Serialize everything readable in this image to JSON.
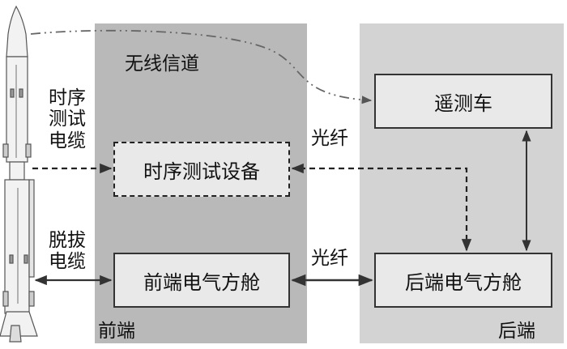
{
  "labels": {
    "wireless_channel": "无线信道",
    "front_end": "前端",
    "back_end": "后端",
    "fiber_top": "光纤",
    "fiber_bottom": "光纤",
    "timing_cable_l1": "时序",
    "timing_cable_l2": "测试",
    "timing_cable_l3": "电缆",
    "pull_cable_l1": "脱拔",
    "pull_cable_l2": "电缆"
  },
  "boxes": {
    "timing_test_equipment": "时序测试设备",
    "front_cabin": "前端电气方舱",
    "telemetry_vehicle": "遥测车",
    "back_cabin": "后端电气方舱"
  },
  "colors": {
    "front_zone": "#b9b9b9",
    "back_zone": "#d3d3d3",
    "box_fill": "#e9e9e9",
    "line": "#333333",
    "wireless_line": "#666666"
  }
}
